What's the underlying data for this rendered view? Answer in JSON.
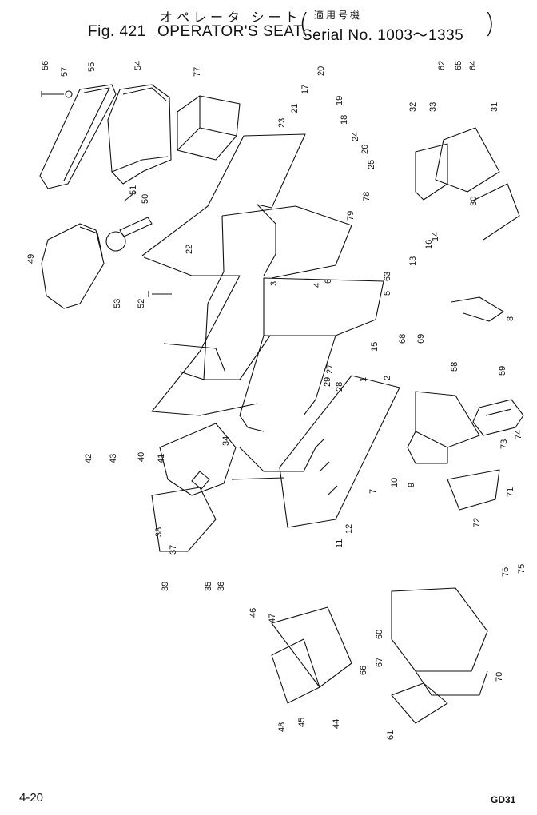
{
  "header": {
    "title_jp": "オペレータ シート",
    "serial_jp": "適用号機",
    "fig_label": "Fig. 421",
    "title": "OPERATOR'S SEAT",
    "serial": "Serial No. 1003～1335"
  },
  "footer": {
    "page": "4-20",
    "code": "GD31"
  },
  "parts": [
    "1",
    "2",
    "3",
    "4",
    "5",
    "6",
    "7",
    "8",
    "9",
    "10",
    "11",
    "12",
    "13",
    "14",
    "15",
    "16",
    "17",
    "18",
    "19",
    "20",
    "21",
    "22",
    "23",
    "24",
    "25",
    "26",
    "27",
    "28",
    "29",
    "30",
    "31",
    "32",
    "33",
    "34",
    "35",
    "36",
    "37",
    "38",
    "39",
    "40",
    "41",
    "42",
    "43",
    "44",
    "45",
    "46",
    "47",
    "48",
    "49",
    "50",
    "51",
    "52",
    "53",
    "54",
    "55",
    "56",
    "57",
    "58",
    "59",
    "60",
    "61",
    "62",
    "63",
    "64",
    "65",
    "66",
    "67",
    "68",
    "69",
    "70",
    "71",
    "72",
    "73",
    "74",
    "75",
    "76",
    "77",
    "78",
    "79"
  ]
}
